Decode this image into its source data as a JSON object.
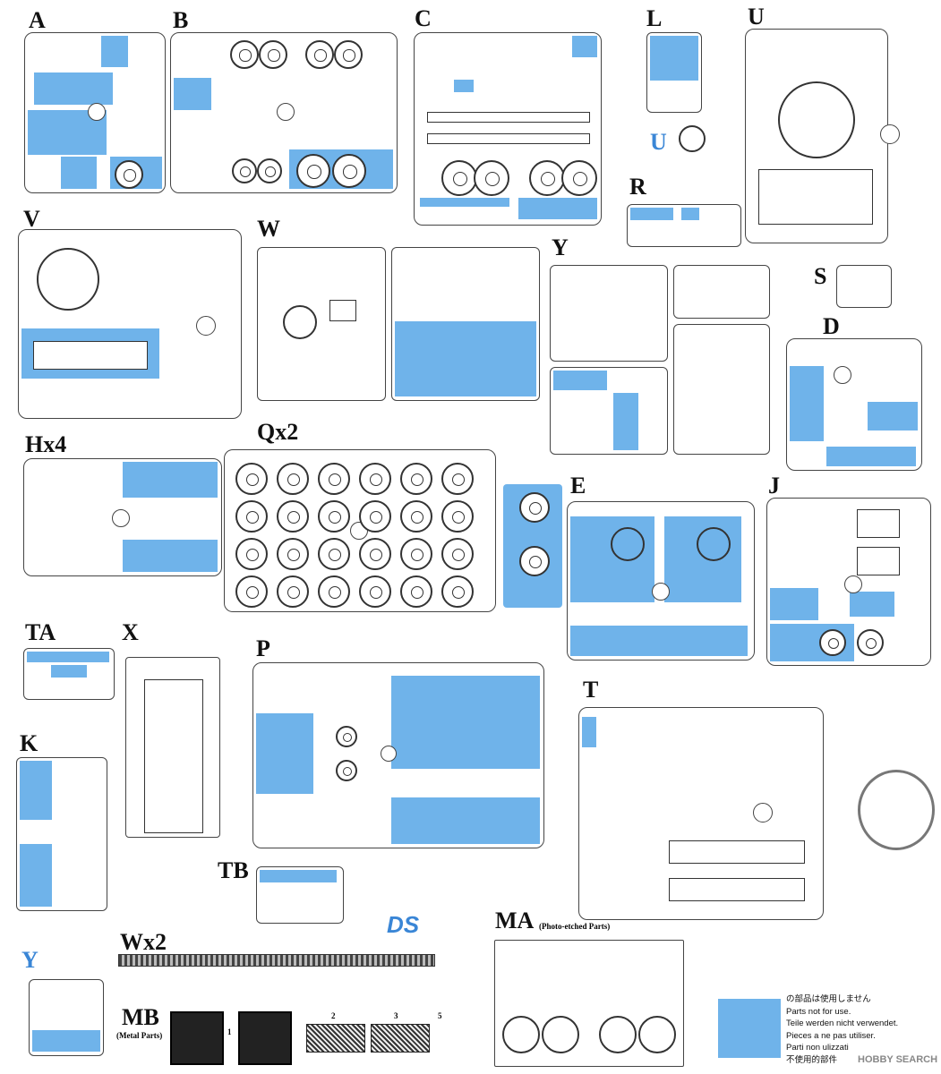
{
  "sheet": {
    "sprue_labels": {
      "A": "A",
      "B": "B",
      "C": "C",
      "L": "L",
      "U": "U",
      "U_small": "U",
      "R": "R",
      "V": "V",
      "W": "W",
      "Y": "Y",
      "S": "S",
      "D": "D",
      "Hx4": "Hx4",
      "Qx2": "Qx2",
      "E": "E",
      "J": "J",
      "TA": "TA",
      "X": "X",
      "P": "P",
      "T": "T",
      "K": "K",
      "TB": "TB",
      "Wx2": "Wx2",
      "MA": "MA",
      "Y_small": "Y",
      "MB": "MB"
    },
    "ma_caption": "(Photo-etched Parts)",
    "mb_caption": "(Metal Parts)",
    "mb_numbers": [
      "1",
      "2",
      "3",
      "5"
    ],
    "logo": "DS",
    "legend": {
      "color": "#6fb3ea",
      "lines": [
        "の部品は使用しません",
        "Parts not for use.",
        "Teile werden nicht verwendet.",
        "Pieces a ne pas utiliser.",
        "Parti non ulizzati",
        "不使用的部件"
      ]
    },
    "watermark": "HOBBY SEARCH"
  },
  "colors": {
    "shade": "#6fb3ea",
    "line": "#333333",
    "label": "#111111",
    "label_blue": "#3a86d6"
  }
}
